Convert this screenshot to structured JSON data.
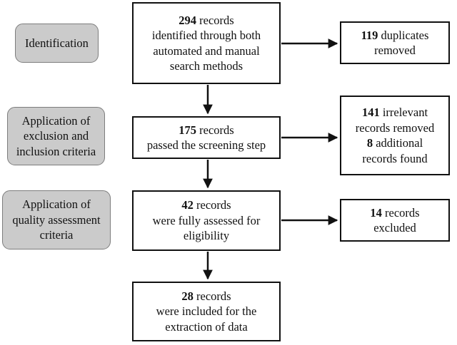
{
  "diagram_type": "prisma-flowchart",
  "palette": {
    "background": "#ffffff",
    "box_border": "#111111",
    "box_fill": "#ffffff",
    "stage_fill": "#cbcbcb",
    "stage_border": "#7d7d7d",
    "arrow": "#111111",
    "text": "#111111"
  },
  "stages": {
    "identification": {
      "line1": "Identification"
    },
    "criteria": {
      "line1": "Application of",
      "line2": "exclusion and",
      "line3": "inclusion criteria"
    },
    "quality": {
      "line1": "Application of",
      "line2": "quality assessment",
      "line3": "criteria"
    }
  },
  "flow": {
    "identified": {
      "num": "294",
      "num_suffix": " records",
      "line2": "identified through both",
      "line3": "automated and manual",
      "line4": "search methods"
    },
    "duplicates": {
      "num": "119",
      "num_suffix": " duplicates",
      "line2": "removed"
    },
    "screened": {
      "num": "175",
      "num_suffix": " records",
      "line2": "passed the screening step"
    },
    "irrelevant": {
      "num": "141",
      "num_suffix": " irrelevant",
      "line2": "records removed",
      "num2": "8",
      "num2_suffix": " additional",
      "line4": "records found"
    },
    "assessed": {
      "num": "42",
      "num_suffix": " records",
      "line2": "were fully assessed for",
      "line3": "eligibility"
    },
    "excluded": {
      "num": "14",
      "num_suffix": " records",
      "line2": "excluded"
    },
    "included": {
      "num": "28",
      "num_suffix": " records",
      "line2": "were included for the",
      "line3": "extraction of data"
    }
  }
}
